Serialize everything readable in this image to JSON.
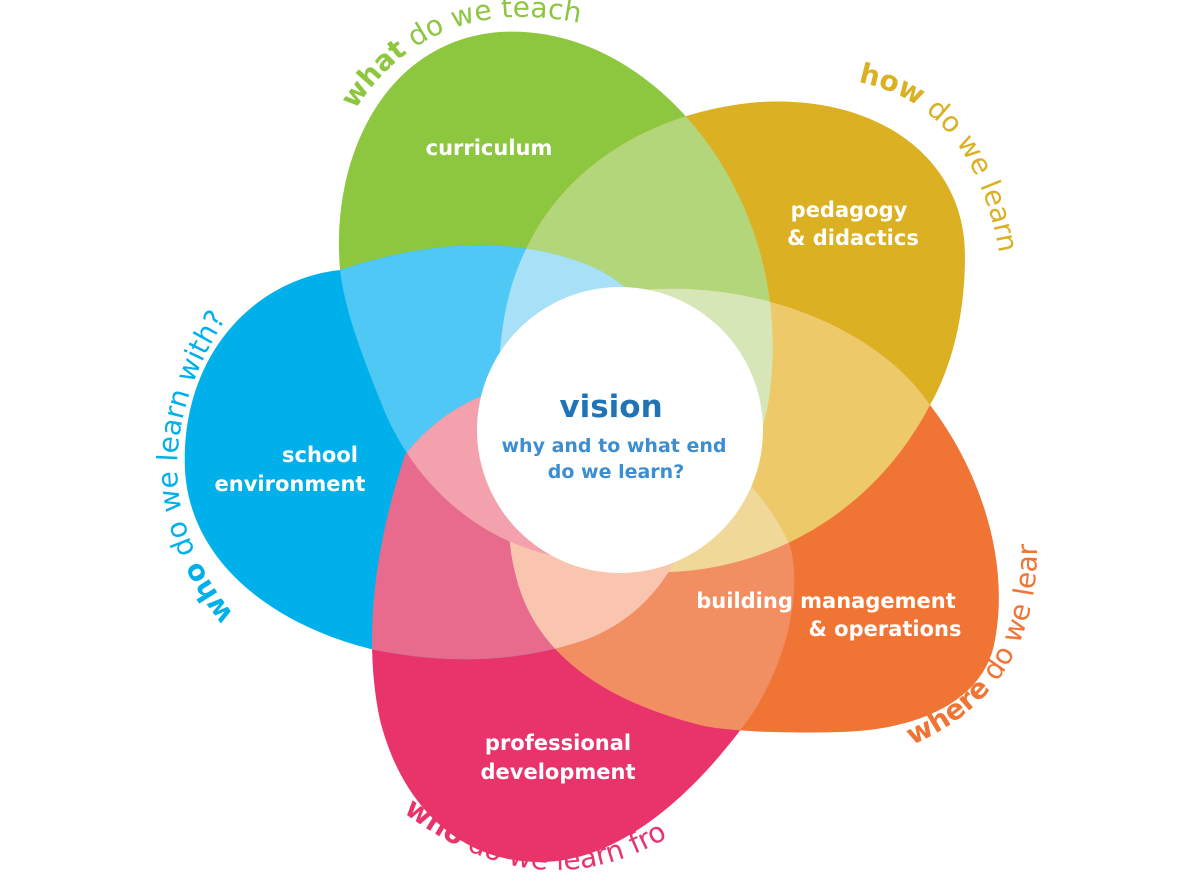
{
  "colors": {
    "curriculum": "#8dc63f",
    "pedagogy": "#dbb023",
    "building": "#f07535",
    "professional": "#e8346b",
    "school": "#00b0eb",
    "vision_text": "#1f74b8",
    "background": "#ffffff"
  },
  "petals": [
    {
      "key": "curriculum",
      "line1": "curriculum",
      "line2": "",
      "question_strong": "what",
      "question_rest": "do we teach?"
    },
    {
      "key": "pedagogy",
      "line1": "pedagogy",
      "line2": "& didactics",
      "question_strong": "how",
      "question_rest": "do we learn?"
    },
    {
      "key": "building",
      "line1": "building management",
      "line2": "& operations",
      "question_strong": "where",
      "question_rest": "do we learn?"
    },
    {
      "key": "professional",
      "line1": "professional",
      "line2": "development",
      "question_strong": "who",
      "question_rest": "do we learn from?"
    },
    {
      "key": "school",
      "line1": "school",
      "line2": "environment",
      "question_strong": "who",
      "question_rest": "do we learn with?"
    }
  ],
  "vision": {
    "title": "vision",
    "subtitle_line1": "why and to what end",
    "subtitle_line2": "do we learn?"
  }
}
